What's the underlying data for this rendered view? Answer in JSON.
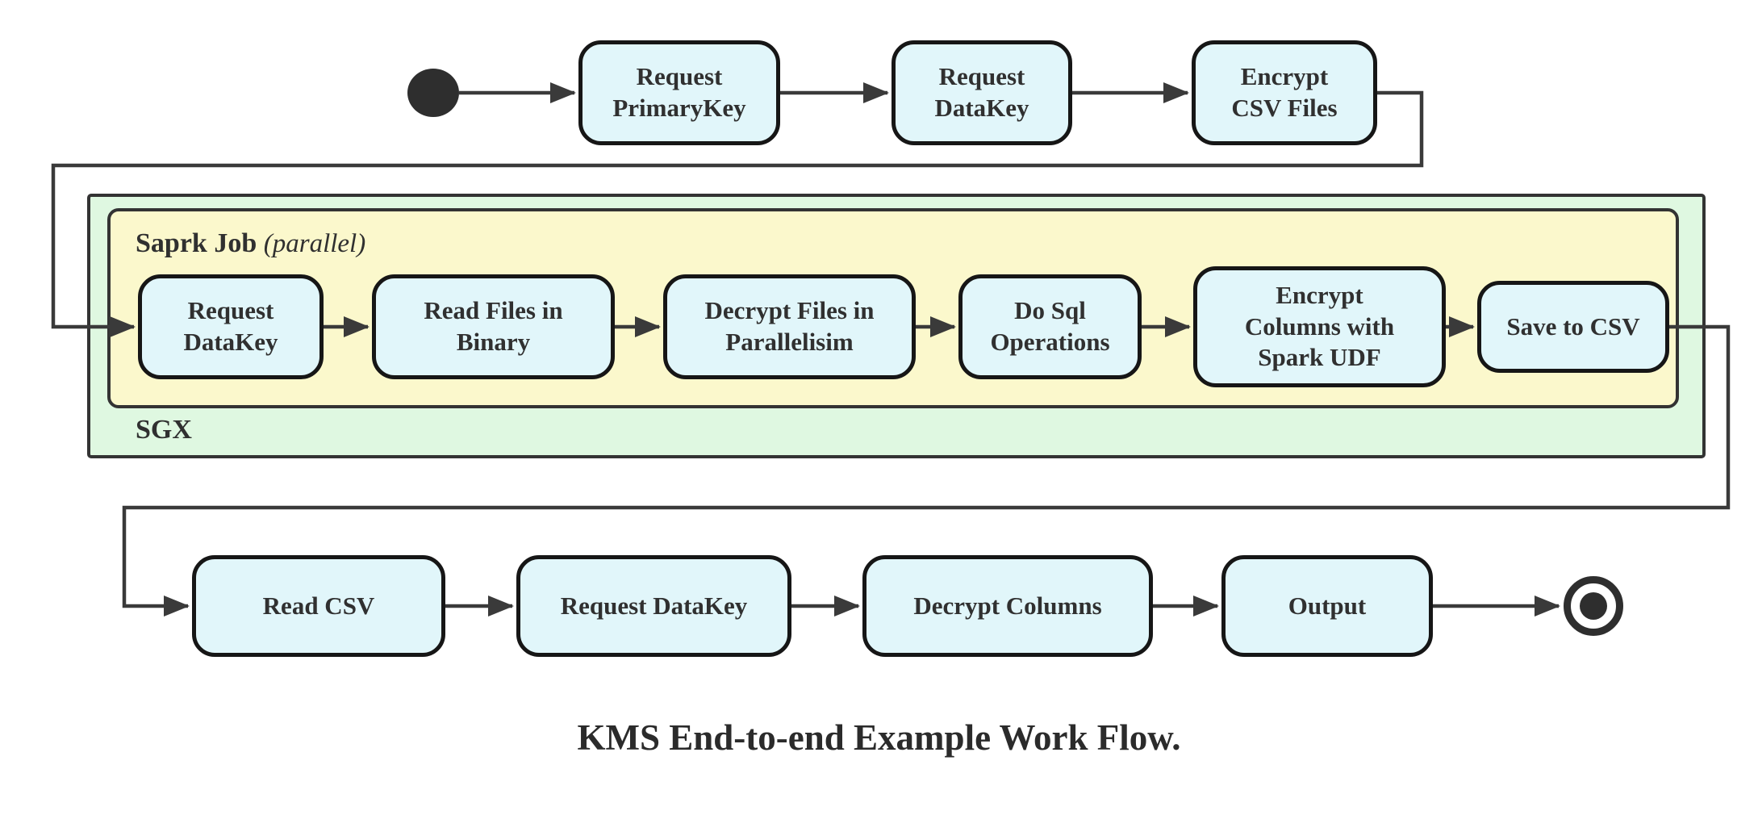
{
  "caption": "KMS End-to-end Example Work Flow.",
  "colors": {
    "activity_fill": "#e1f6fa",
    "activity_border": "#161616",
    "spark_container_fill": "#fbf8cc",
    "sgx_container_fill": "#dff8e1",
    "container_border": "#333333",
    "connector": "#3a3a3a",
    "text": "#303030",
    "terminal": "#2e2e2e"
  },
  "top_row": {
    "steps": [
      {
        "label": "Request\nPrimaryKey"
      },
      {
        "label": "Request\nDataKey"
      },
      {
        "label": "Encrypt\nCSV Files"
      }
    ]
  },
  "sgx_container": {
    "label": "SGX",
    "spark_job": {
      "title": "Saprk Job",
      "qualifier": "(parallel)",
      "steps": [
        {
          "label": "Request\nDataKey"
        },
        {
          "label": "Read Files in\nBinary"
        },
        {
          "label": "Decrypt Files in\nParallelisim"
        },
        {
          "label": "Do Sql\nOperations"
        },
        {
          "label": "Encrypt\nColumns with\nSpark UDF"
        },
        {
          "label": "Save to CSV"
        }
      ]
    }
  },
  "bottom_row": {
    "steps": [
      {
        "label": "Read CSV"
      },
      {
        "label": "Request DataKey"
      },
      {
        "label": "Decrypt Columns"
      },
      {
        "label": "Output"
      }
    ]
  }
}
